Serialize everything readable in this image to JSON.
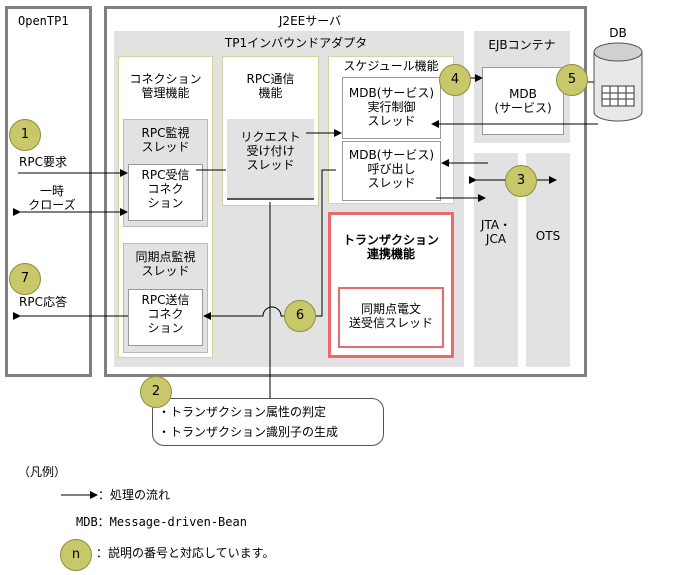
{
  "opentp1": {
    "title": "OpenTP1",
    "rpc_request": "RPC要求",
    "temp_close": "一時\nクローズ",
    "rpc_response": "RPC応答"
  },
  "j2ee": {
    "title": "J2EEサーバ"
  },
  "adapter": {
    "title": "TP1インバウンドアダプタ"
  },
  "connection_mgmt": {
    "title": "コネクション\n管理機能",
    "rpc_monitor": "RPC監視\nスレッド",
    "rpc_receive": "RPC受信\nコネク\nション",
    "sync_monitor": "同期点監視\nスレッド",
    "rpc_send": "RPC送信\nコネク\nション"
  },
  "rpc_comm": {
    "title": "RPC通信\n機能",
    "request_thread": "リクエスト\n受け付け\nスレッド"
  },
  "schedule": {
    "title": "スケジュール機能",
    "exec_thread": "MDB(サービス)\n実行制御\nスレッド",
    "call_thread": "MDB(サービス)\n呼び出し\nスレッド"
  },
  "transaction": {
    "title": "トランザクション\n連携機能",
    "sync_thread": "同期点電文\n送受信スレッド"
  },
  "ejb": {
    "title": "EJBコンテナ",
    "mdb": "MDB\n(サービス)"
  },
  "jta": {
    "label": "JTA・\nJCA"
  },
  "ots": {
    "label": "OTS"
  },
  "db": {
    "label": "DB"
  },
  "note": {
    "line1": "・トランザクション属性の判定",
    "line2": "・トランザクション識別子の生成"
  },
  "legend": {
    "title": "（凡例）",
    "flow": "：処理の流れ",
    "mdb": "MDB：Message-driven-Bean",
    "n_symbol": "n",
    "n_desc": "：説明の番号と対応しています。"
  },
  "numbers": [
    "1",
    "2",
    "3",
    "4",
    "5",
    "6",
    "7"
  ],
  "colors": {
    "region": "#e2e2e2",
    "thread": "#d8d8d8",
    "olive": "#c8c86a",
    "panel_border": "#d4d49a",
    "highlight": "#e86a6a"
  }
}
